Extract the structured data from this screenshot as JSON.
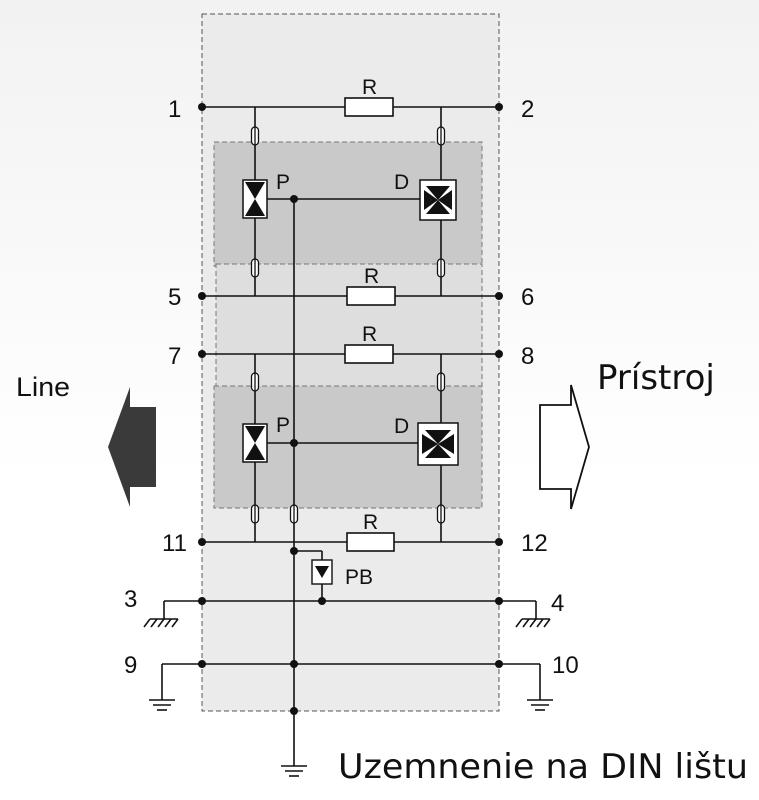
{
  "terminals": {
    "t1": "1",
    "t2": "2",
    "t3": "3",
    "t4": "4",
    "t5": "5",
    "t6": "6",
    "t7": "7",
    "t8": "8",
    "t9": "9",
    "t10": "10",
    "t11": "11",
    "t12": "12"
  },
  "components": {
    "resistor": "R",
    "protector": "P",
    "diode": "D",
    "pb": "PB"
  },
  "labels": {
    "line": "Line",
    "device": "Prístroj",
    "ground": "Uzemnenie na DIN lištu"
  }
}
